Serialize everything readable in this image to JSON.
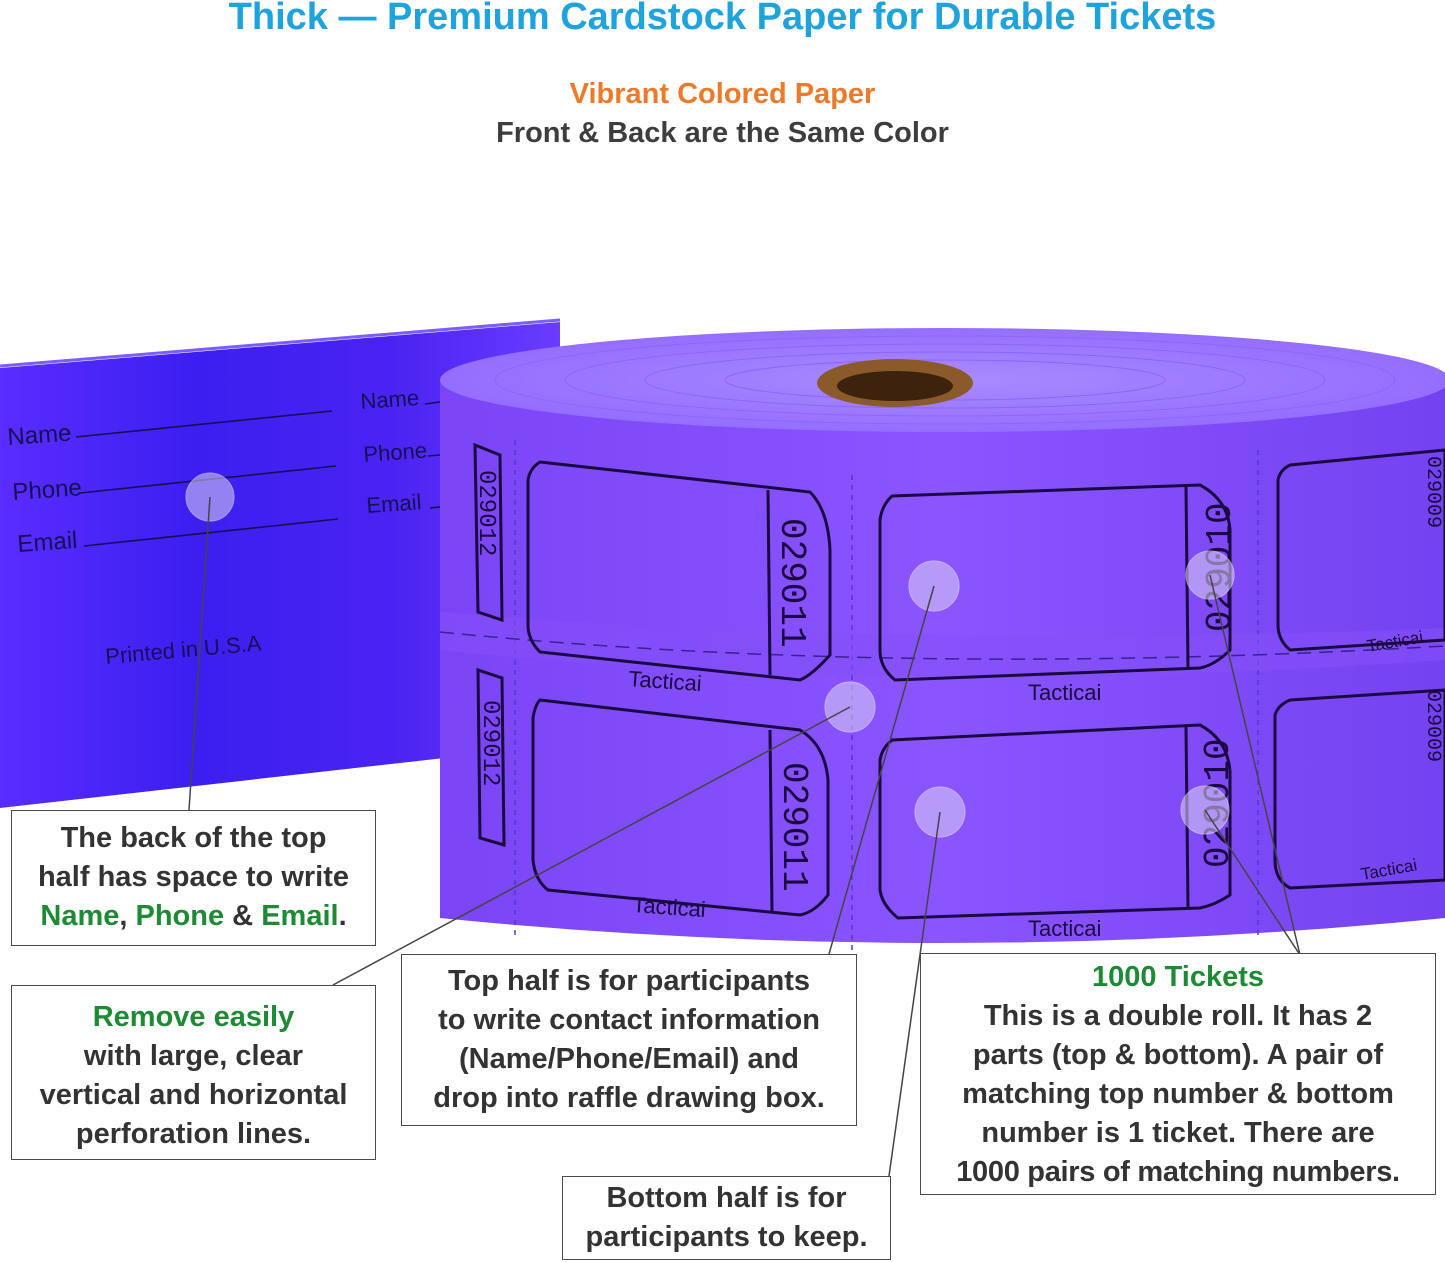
{
  "header": {
    "title": "Thick — Premium Cardstock Paper for Durable Tickets",
    "subtitle_colored": "Vibrant Colored Paper",
    "subtitle": "Front & Back are the Same Color"
  },
  "ticket_back": {
    "name_label": "Name",
    "phone_label": "Phone",
    "email_label": "Email",
    "printed_text": "Printed in U.S.A"
  },
  "roll": {
    "brand": "Tacticai",
    "numbers": {
      "n1": "029012",
      "n2": "029011",
      "n3": "029010",
      "n4": "029009"
    }
  },
  "callouts": {
    "back": {
      "line1": "The back of the top",
      "line2": "half has space to write",
      "name": "Name",
      "sep1": ", ",
      "phone": "Phone",
      "sep2": " & ",
      "email": "Email",
      "end": "."
    },
    "remove": {
      "heading": "Remove easily",
      "line1": "with large, clear",
      "line2": "vertical and horizontal",
      "line3": "perforation lines."
    },
    "top": {
      "line1": "Top half is for participants",
      "line2": "to write contact information",
      "line3": "(Name/Phone/Email) and",
      "line4": "drop into raffle drawing box."
    },
    "bottom": {
      "line1": "Bottom half is for",
      "line2": "participants to keep."
    },
    "tickets": {
      "heading": "1000 Tickets",
      "line1": "This is a double roll. It has 2",
      "line2": "parts (top & bottom). A pair of",
      "line3": "matching top number & bottom",
      "line4": "number is 1 ticket. There are",
      "line5": "1000 pairs of matching numbers."
    }
  },
  "colors": {
    "title": "#1ea3dc",
    "subtitle_colored": "#ec7a2a",
    "subtitle": "#3d3d3d",
    "highlight": "#1e8a34",
    "paper_purple": "#7f4bff",
    "paper_dark": "#3a1fe6"
  }
}
